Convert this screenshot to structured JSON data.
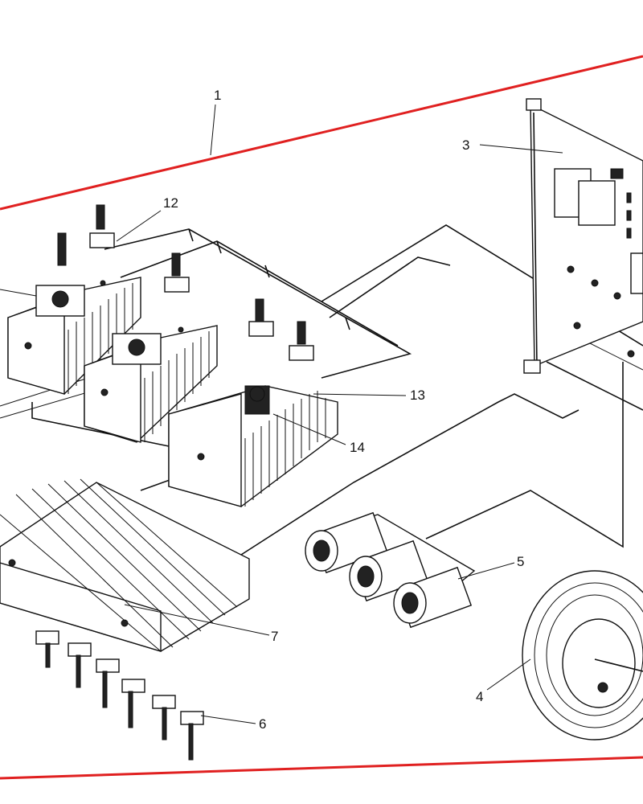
{
  "diagram": {
    "boundary_color": "#e02020",
    "line_color": "#111111",
    "callouts": [
      {
        "id": "1",
        "text": "1"
      },
      {
        "id": "3",
        "text": "3"
      },
      {
        "id": "4",
        "text": "4"
      },
      {
        "id": "5",
        "text": "5"
      },
      {
        "id": "6",
        "text": "6"
      },
      {
        "id": "7",
        "text": "7"
      },
      {
        "id": "12",
        "text": "12"
      },
      {
        "id": "13",
        "text": "13"
      },
      {
        "id": "14",
        "text": "14"
      }
    ]
  }
}
